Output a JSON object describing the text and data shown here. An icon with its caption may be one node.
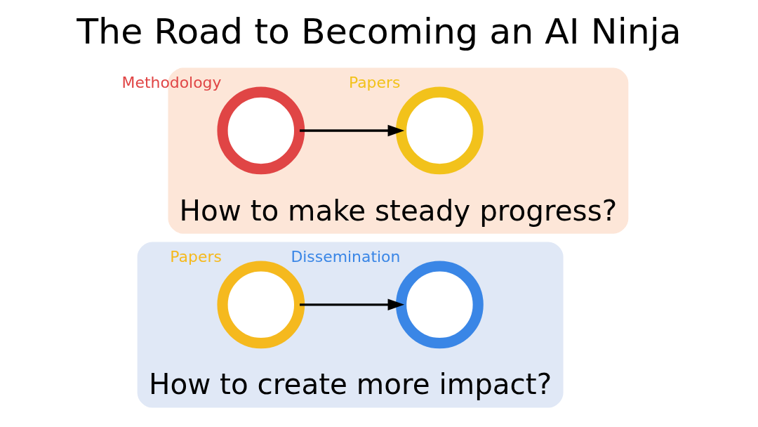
{
  "diagram": {
    "title": "The Road to Becoming an AI Ninja",
    "nodes": [
      {
        "text": [
          "How to make steady progress?"
        ]
      },
      {
        "text": [],
        "shape": "circle",
        "in": 0,
        "beside": [
          "Methodology"
        ]
      },
      {
        "text": [],
        "shape": "circle",
        "in": 0,
        "beside": [
          "Papers"
        ]
      },
      {
        "text": [
          "How to create more impact?"
        ]
      },
      {
        "text": [],
        "shape": "circle",
        "in": 3,
        "beside": [
          "Papers"
        ]
      },
      {
        "text": [],
        "shape": "circle",
        "in": 3,
        "beside": [
          "Dissemination"
        ]
      }
    ],
    "edges": [
      {
        "from": 1,
        "to": 2,
        "arrow": "to"
      },
      {
        "from": 4,
        "to": 5,
        "arrow": "to"
      }
    ]
  }
}
